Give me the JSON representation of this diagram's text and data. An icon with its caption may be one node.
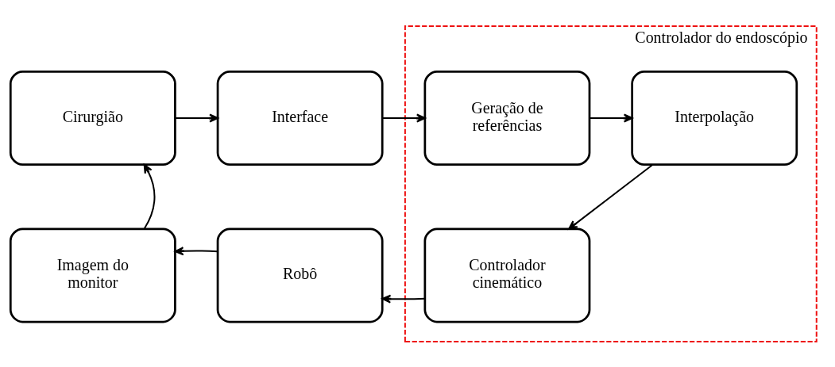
{
  "diagram": {
    "nodes": [
      {
        "text": [
          "Cirurgião"
        ]
      },
      {
        "text": [
          "Interface"
        ]
      },
      {
        "text": [
          "Controlador do endoscópio"
        ]
      },
      {
        "text": [
          "Geração de referências"
        ],
        "in": 2
      },
      {
        "text": [
          "Interpolação"
        ],
        "in": 2
      },
      {
        "text": [
          "Imagem do monitor"
        ]
      },
      {
        "text": [
          "Robô"
        ]
      },
      {
        "text": [
          "Controlador cinemático"
        ],
        "in": 2
      }
    ],
    "edges": [
      {
        "from": 0,
        "to": 1,
        "arrow": "to"
      },
      {
        "from": 1,
        "to": 3,
        "arrow": "to"
      },
      {
        "from": 3,
        "to": 4,
        "arrow": "to"
      },
      {
        "from": 4,
        "to": 7,
        "arrow": "to"
      },
      {
        "from": 7,
        "to": 6,
        "arrow": "to"
      },
      {
        "from": 6,
        "to": 5,
        "arrow": "to"
      },
      {
        "from": 5,
        "to": 0,
        "arrow": "to"
      }
    ]
  }
}
